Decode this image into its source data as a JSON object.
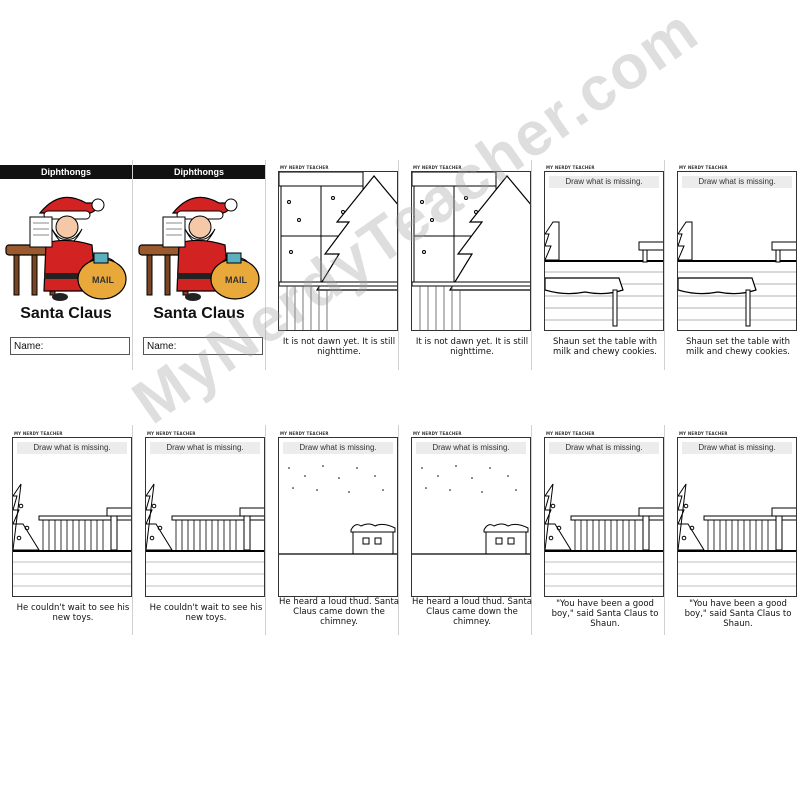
{
  "cover": {
    "header": "Diphthongs",
    "title": "Santa Claus",
    "name_label": "Name:"
  },
  "brand": "MY NERDY TEACHER",
  "prompt": "Draw what is missing.",
  "captions": {
    "night": "It is not dawn yet. It is still nighttime.",
    "table": "Shaun set the table with milk and chewy cookies.",
    "toys": "He couldn't wait to see his new toys.",
    "thud": "He heard a loud thud. Santa Claus came down the chimney.",
    "goodboy": "\"You have been a good boy,\" said Santa Claus to Shaun."
  },
  "santa_logo_text": "MAIL",
  "watermark": "MyNerdyTeacher.com"
}
